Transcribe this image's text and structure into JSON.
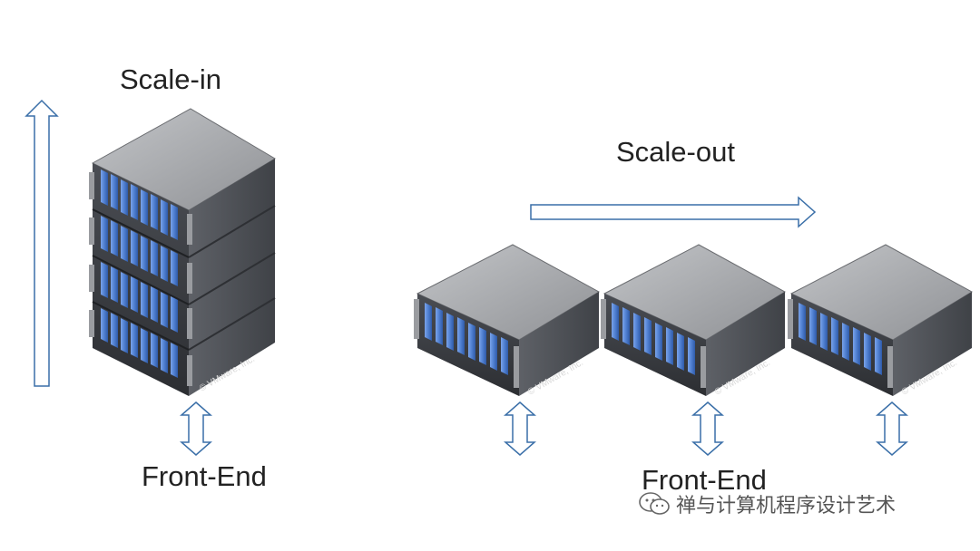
{
  "labels": {
    "scale_in": "Scale-in",
    "scale_out": "Scale-out",
    "front_end_left": "Front-End",
    "front_end_right": "Front-End"
  },
  "server_watermark": "© VMware, Inc.",
  "watermark": {
    "text": "禅与计算机程序设计艺术",
    "icon": "wechat-icon"
  },
  "colors": {
    "arrow_stroke": "#3a6fa8",
    "drive_blue": "#5b87d6",
    "server_top": "#a7a9ad",
    "server_side": "#55585e",
    "server_front": "#3d4046"
  }
}
